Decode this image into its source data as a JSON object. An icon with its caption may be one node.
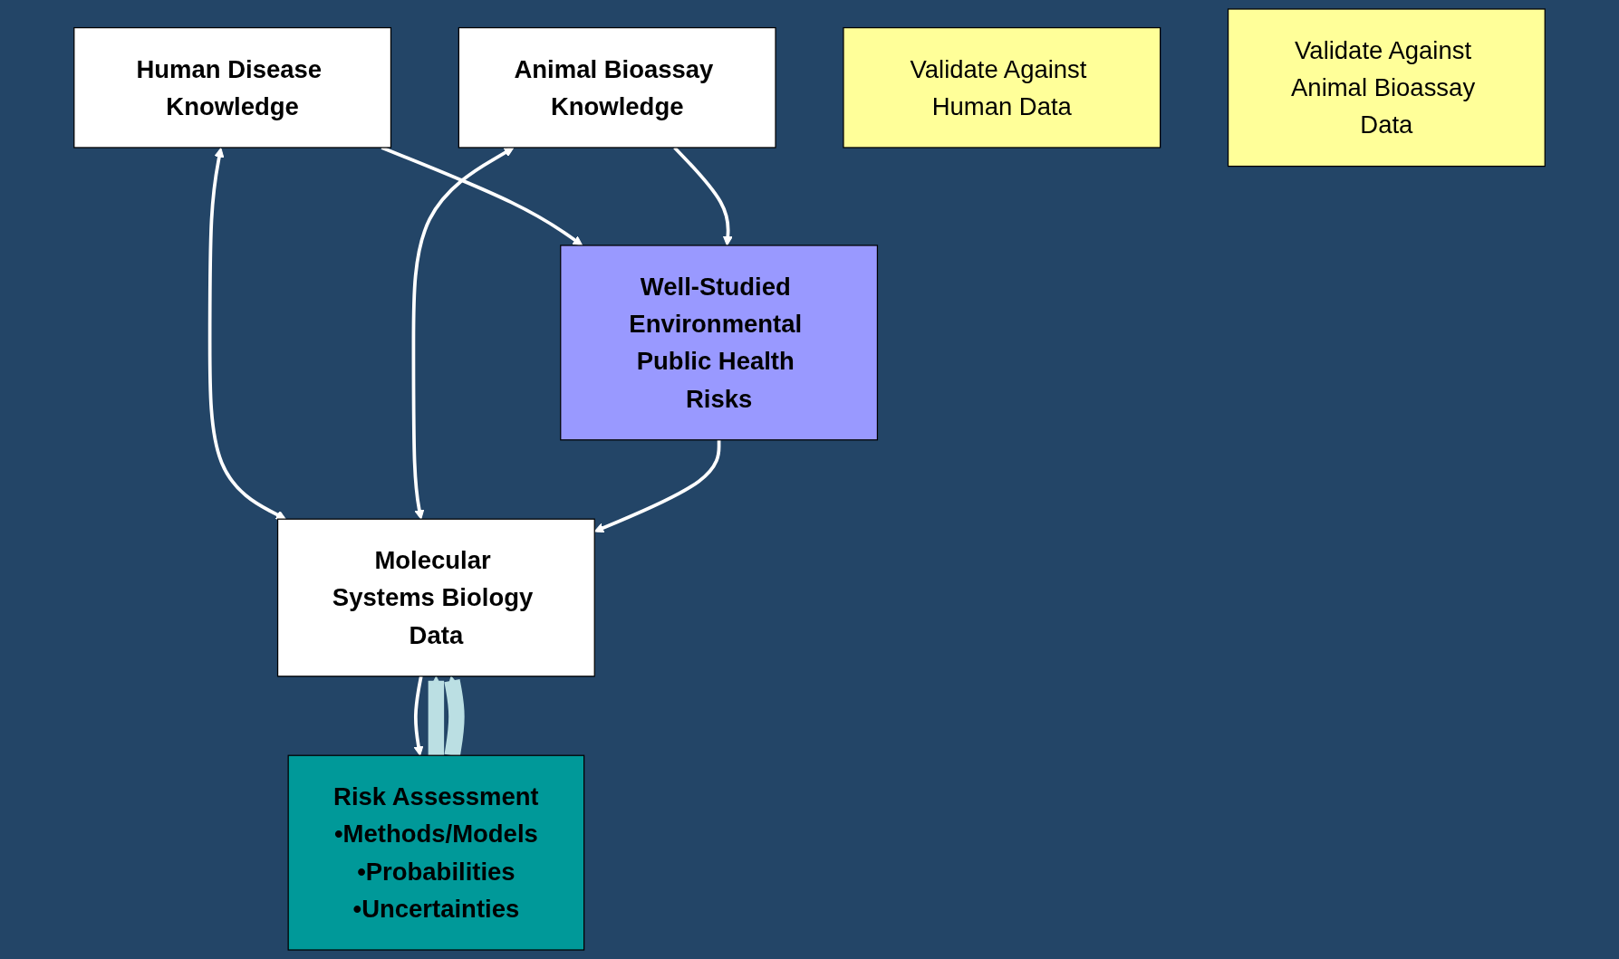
{
  "diagram": {
    "nodes": [
      {
        "text": [
          "Human Disease Knowledge"
        ]
      },
      {
        "text": [
          "Well-Studied Environmental Public Health Risks"
        ]
      },
      {
        "text": [
          "Animal Bioassay Knowledge"
        ]
      },
      {
        "text": [
          "Molecular Systems Biology Data"
        ]
      },
      {
        "text": [
          "Validate Against Human Data"
        ]
      },
      {
        "text": [
          "Risk Assessment",
          "•Methods/Models",
          "•Probabilities",
          "•Uncertainties"
        ]
      },
      {
        "text": [
          "Validate Against Animal Bioassay Data"
        ]
      }
    ],
    "edges": [
      {
        "from": 0,
        "to": 1,
        "arrow": "to"
      },
      {
        "from": 2,
        "to": 1,
        "arrow": "to"
      },
      {
        "from": 0,
        "to": 3,
        "arrow": "both"
      },
      {
        "from": 2,
        "to": 3,
        "arrow": "both"
      },
      {
        "from": 1,
        "to": 3,
        "arrow": "to"
      },
      {
        "from": 3,
        "to": 5,
        "arrow": "to"
      },
      {
        "from": 5,
        "to": 3,
        "arrow": "to",
        "style": "thick",
        "color": "#bbdfe3"
      },
      {
        "from": 5,
        "to": 3,
        "arrow": "to",
        "style": "thick",
        "color": "#bbdfe3"
      }
    ]
  }
}
